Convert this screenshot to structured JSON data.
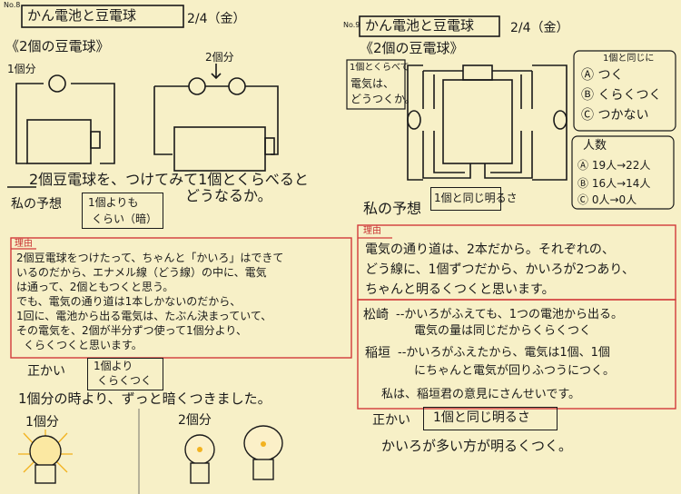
{
  "left": {
    "page_no": "No.8",
    "title": "かん電池と豆電球",
    "date": "2/4（金）",
    "subtitle": "《2個の豆電球》",
    "label_one": "1個分",
    "label_two": "2個分",
    "question_1": "2個豆電球を、つけてみて1個とくらべると",
    "question_2": "どうなるか。",
    "prediction_label": "私の予想",
    "prediction_box_1": "1個よりも",
    "prediction_box_2": "くらい（暗）",
    "reason_label": "理由",
    "reason_lines": [
      "2個豆電球をつけたって、ちゃんと「かいろ」はできて",
      "いるのだから、エナメル線（どう線）の中に、電気",
      "は通って、2個ともつくと思う。",
      "でも、電気の通り道は1本しかないのだから、",
      "1回に、電池から出る電気は、たぶん決まっていて、",
      "その電気を、2個が半分ずつ使って1個分より、",
      "くらくつくと思います。"
    ],
    "answer_label": "正かい",
    "answer_box_1": "1個より",
    "answer_box_2": "くらくつく",
    "result": "1個分の時より、ずっと暗くつきました。",
    "bulb_label_one": "1個分",
    "bulb_label_two": "2個分"
  },
  "right": {
    "page_no": "No.9",
    "title": "かん電池と豆電球",
    "date": "2/4（金）",
    "subtitle": "《2個の豆電球》",
    "note_1": "1個とくらべて",
    "note_2": "電気は、",
    "note_3": "どうつくか。",
    "choice_header": "1個と同じに",
    "choices": [
      "Ⓐ つく",
      "Ⓑ くらくつく",
      "Ⓒ つかない"
    ],
    "count_header": "人数",
    "counts": [
      "Ⓐ 19人→22人",
      "Ⓑ 16人→14人",
      "Ⓒ 0人→0人"
    ],
    "prediction_label": "私の予想",
    "prediction_box": "1個と同じ明るさ",
    "reason_label": "理由",
    "reason_lines": [
      "電気の通り道は、2本だから。それぞれの、",
      "どう線に、1個ずつだから、かいろが2つあり、",
      "ちゃんと明るくつくと思います。"
    ],
    "opinion_1_name": "松崎",
    "opinion_1_line_1": "--かいろがふえても、1つの電池から出る。",
    "opinion_1_line_2": "電気の量は同じだからくらくつく",
    "opinion_2_name": "稲垣",
    "opinion_2_line_1": "--かいろがふえたから、電気は1個、1個",
    "opinion_2_line_2": "にちゃんと電気が回りふつうにつく。",
    "agreement": "私は、稲垣君の意見にさんせいです。",
    "answer_label": "正かい",
    "answer_box": "1個と同じ明るさ",
    "conclusion": "かいろが多い方が明るくつく。"
  },
  "colors": {
    "paper": "#f7f0c7",
    "ink": "#1a1a1a",
    "red": "#d23a3a",
    "glow": "#f2b21f"
  }
}
